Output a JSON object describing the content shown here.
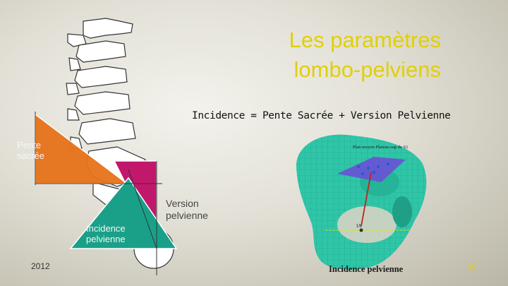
{
  "slide": {
    "title_line1": "Les paramètres",
    "title_line2": "lombo-pelviens",
    "formula": "Incidence = Pente Sacrée + Version Pelvienne",
    "year": "2012",
    "page_number": "16",
    "accent_color": "#e0cf0a"
  },
  "diagram": {
    "pente_label_line1": "Pente",
    "pente_label_line2": "sacrée",
    "version_label_line1": "Version",
    "version_label_line2": "pelvienne",
    "incidence_label_line1": "Incidence",
    "incidence_label_line2": "pelvienne",
    "colors": {
      "pente": "#e8731a",
      "version": "#c2186b",
      "incidence": "#1aa089"
    }
  },
  "pelvis_figure": {
    "caption": "Incidence pelvienne",
    "plane_label": "Plan moyen Plateau sup de S1",
    "ia_label": "IA",
    "colors": {
      "bone": "#2fc6a8",
      "plane": "#6a4fd6"
    }
  }
}
